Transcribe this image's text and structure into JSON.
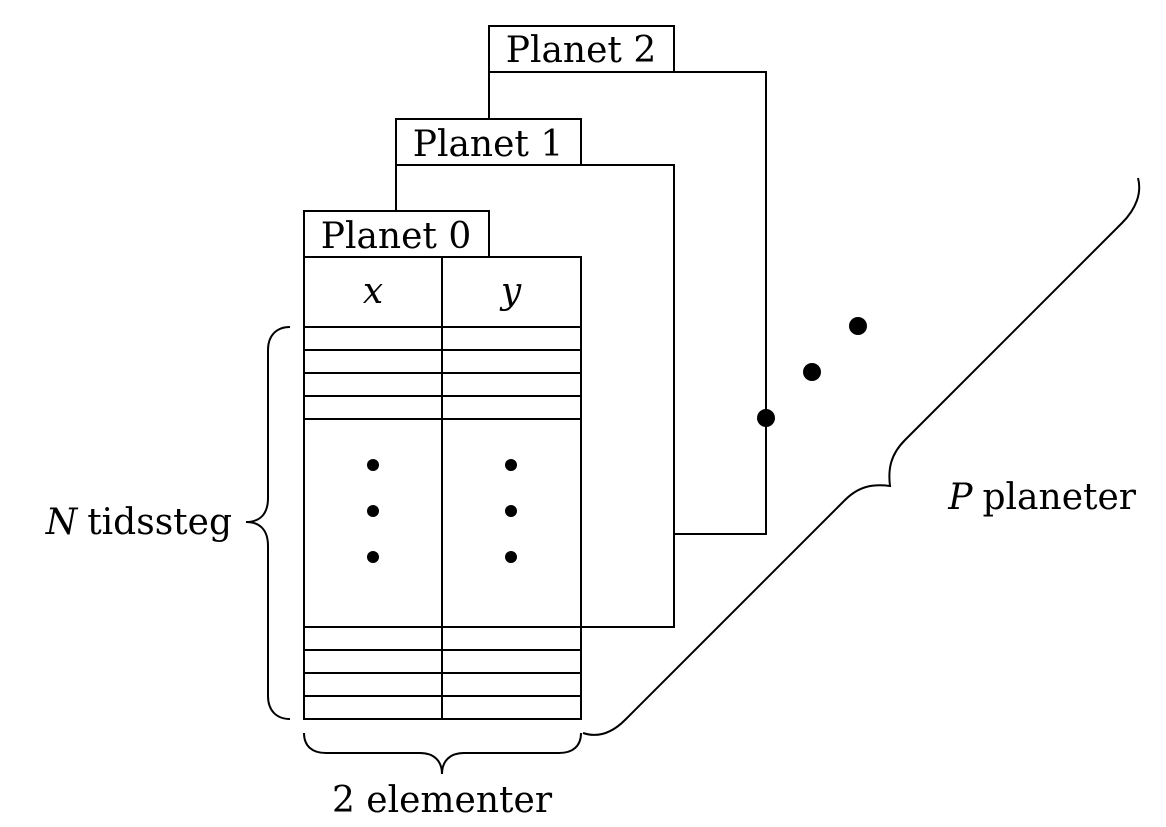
{
  "planets": [
    {
      "label": "Planet 0"
    },
    {
      "label": "Planet 1"
    },
    {
      "label": "Planet 2"
    }
  ],
  "columns": [
    {
      "symbol": "x"
    },
    {
      "symbol": "y"
    }
  ],
  "annotations": {
    "time_steps": {
      "symbol": "N",
      "text": "tidssteg"
    },
    "elements": {
      "text": "2 elementer"
    },
    "planets": {
      "symbol": "P",
      "text": "planeter"
    }
  }
}
